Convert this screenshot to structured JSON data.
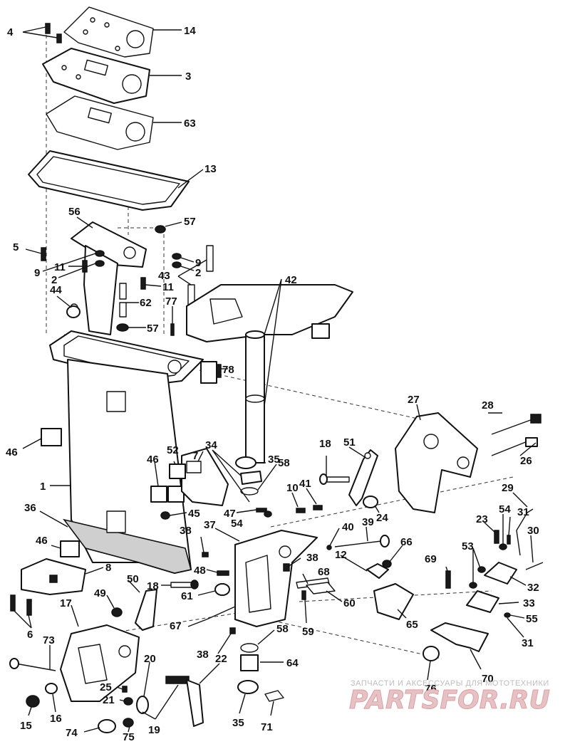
{
  "watermark": {
    "caption": "ЗАПЧАСТИ И АКСЕССУАРЫ ДЛЯ МОТОТЕХНИКИ",
    "brand": "PARTSFOR.RU"
  },
  "labels": {
    "l4": "4",
    "l14": "14",
    "l3": "3",
    "l63": "63",
    "l13": "13",
    "l56": "56",
    "l57a": "57",
    "l11a": "11",
    "l43": "43",
    "l11b": "11",
    "l44": "44",
    "l62": "62",
    "l77": "77",
    "l57b": "57",
    "l78": "78",
    "l5": "5",
    "l9a": "9",
    "l2a": "2",
    "l9b": "9",
    "l2b": "2",
    "l42": "42",
    "l46a": "46",
    "l1": "1",
    "l7": "7",
    "l34": "34",
    "l35a": "35",
    "l58a": "58",
    "l46b": "46",
    "l52": "52",
    "l45": "45",
    "l47": "47",
    "l54a": "54",
    "l36": "36",
    "l18a": "18",
    "l51": "51",
    "l10": "10",
    "l41": "41",
    "l24": "24",
    "l27": "27",
    "l28": "28",
    "l26": "26",
    "l29": "29",
    "l23": "23",
    "l54b": "54",
    "l31a": "31",
    "l30": "30",
    "l38a": "38",
    "l37": "37",
    "l40": "40",
    "l39": "39",
    "l46c": "46",
    "l8": "8",
    "l38b": "38",
    "l12": "12",
    "l66": "66",
    "l53": "53",
    "l48": "48",
    "l68": "68",
    "l69": "69",
    "l32": "32",
    "l18b": "18",
    "l50": "50",
    "l61": "61",
    "l60": "60",
    "l49": "49",
    "l33": "33",
    "l55": "55",
    "l6": "6",
    "l67": "67",
    "l59": "59",
    "l65": "65",
    "l17": "17",
    "l58b": "58",
    "l31b": "31",
    "l73": "73",
    "l38c": "38",
    "l22": "22",
    "l64": "64",
    "l20": "20",
    "l70": "70",
    "l25": "25",
    "l76": "76",
    "l21": "21",
    "l15": "15",
    "l16": "16",
    "l35b": "35",
    "l71": "71",
    "l19": "19",
    "l74": "74",
    "l75": "75"
  }
}
